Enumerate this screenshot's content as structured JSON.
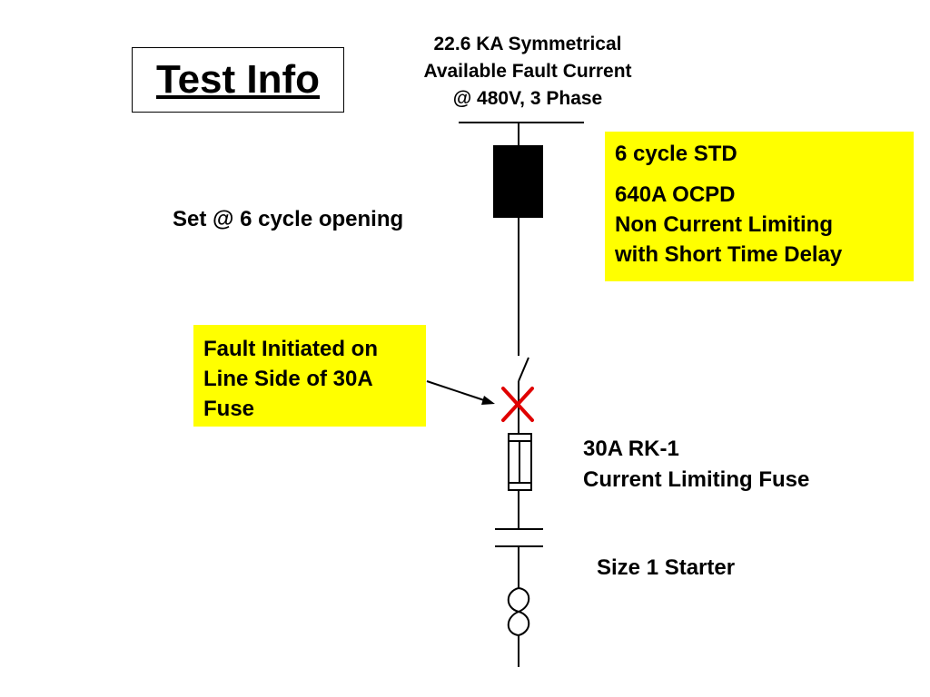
{
  "title": "Test Info",
  "source": {
    "lines": [
      "22.6 KA Symmetrical",
      "Available Fault Current",
      "@ 480V, 3 Phase"
    ]
  },
  "breaker_box": {
    "heading": "6 cycle STD",
    "lines": [
      "640A OCPD",
      "Non Current Limiting",
      "with Short Time Delay"
    ],
    "color": "#ffff00"
  },
  "breaker_setting": "Set @ 6 cycle opening",
  "fault_box": {
    "lines": [
      "Fault Initiated on",
      "Line Side of 30A",
      "Fuse"
    ],
    "color": "#ffff00"
  },
  "fuse_label": {
    "lines": [
      "30A RK-1",
      "Current Limiting Fuse"
    ]
  },
  "starter_label": "Size 1 Starter",
  "colors": {
    "fault_mark": "#e00000",
    "line": "#000000"
  }
}
